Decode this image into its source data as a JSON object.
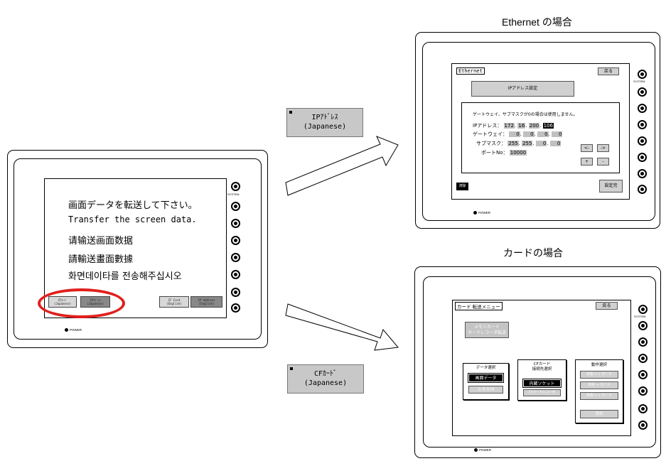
{
  "left_device": {
    "messages": [
      "画面データを転送して下さい。",
      "Transfer the screen data.",
      "请输送画面数据",
      "請輸送畫面數據",
      "화면데이타를 전송해주십시오"
    ],
    "buttons": {
      "cf_jp": "CFｶｰﾄﾞ\n(Japanese)",
      "ip_jp": "IPｱﾄﾞﾚｽ\n(Japanese)",
      "cf_en": "CF Card\n(English)",
      "ip_en": "IP Address\n(English)"
    },
    "system_label": "SYSTEM",
    "power_label": "POWER"
  },
  "callouts": {
    "ip": "IPｱﾄﾞﾚｽ\n(Japanese)",
    "cf": "CFｶｰﾄﾞ\n(Japanese)"
  },
  "headings": {
    "ethernet": "Ethernet の場合",
    "card": "カードの場合"
  },
  "ethernet_screen": {
    "title": "Ethernet",
    "back": "戻る",
    "ip_setting": "IPアドレス設定",
    "note": "ゲートウェイ、サブマスクが0の場合は使用しません。",
    "ip_label": "IPアドレス：",
    "ip": [
      "172",
      "16",
      "200",
      "106"
    ],
    "gw_label": "ゲートウェイ：",
    "gw": [
      "0",
      "0",
      "0",
      "0"
    ],
    "mask_label": "サブマスク：",
    "mask": [
      "255",
      "255",
      "0",
      "0"
    ],
    "port_label": "ポートNo：",
    "port": "10000",
    "left_arrow": "<-",
    "right_arrow": "->",
    "plus": "+",
    "minus": "-",
    "cancel": "済除",
    "done": "設定完"
  },
  "card_screen": {
    "title": "カード 転送メニュー",
    "back": "戻る",
    "memory_card": "メモリカード\nカードレコーダ転送",
    "data_select": "データ選択",
    "screen_data": "画面データ",
    "sram": "ＳＲＡＭ",
    "cf_select": "CFカード\n接続先選択",
    "builtin": "内蔵ソケット",
    "cf_recorder": "CFカードレコーダ",
    "action_select": "動作選択",
    "act1": "本体 ←→ カード",
    "act2": "本体 → カード",
    "act3": "本体 ←→ カード",
    "erase": "消去"
  },
  "colors": {
    "highlight": "#e0201c",
    "button_gray": "#c0c0c0"
  }
}
